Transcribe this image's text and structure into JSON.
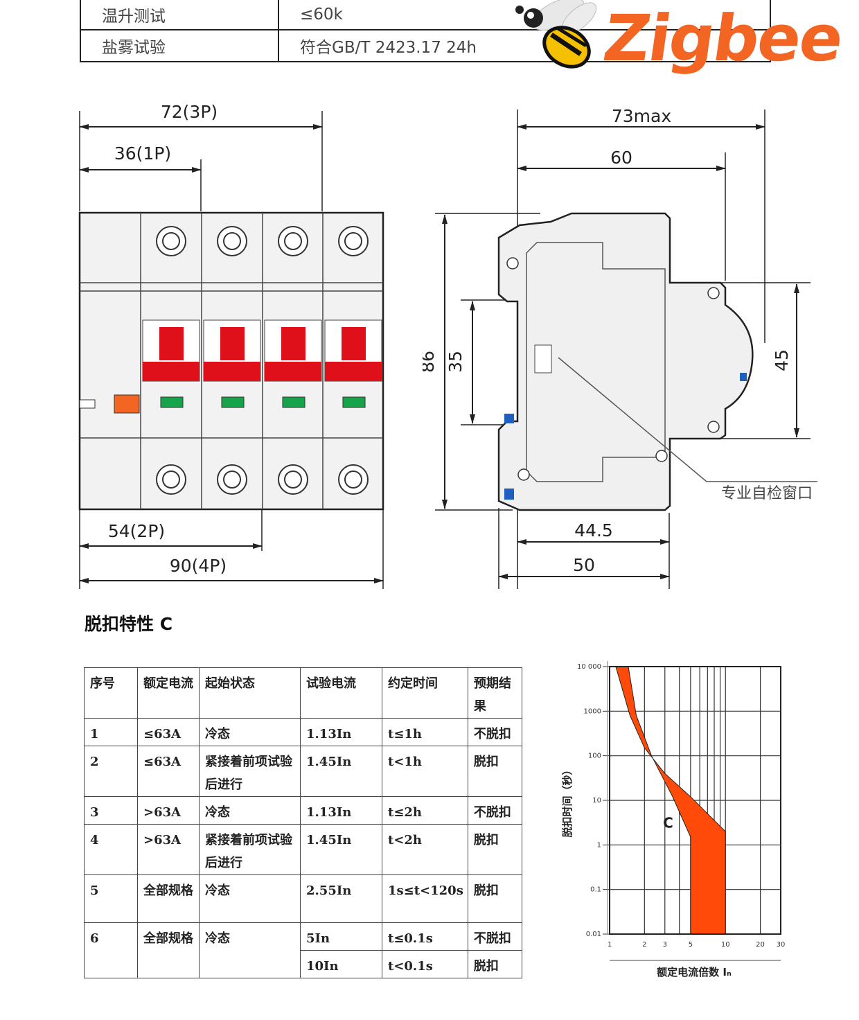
{
  "spec_table": {
    "rows": [
      {
        "key": "温升测试",
        "value": "≤60k"
      },
      {
        "key": "盐雾试验",
        "value": "符合GB/T 2423.17   24h"
      }
    ]
  },
  "logo": {
    "text": "Zigbee",
    "icon": "bee-icon",
    "color": "#f26522"
  },
  "front_view": {
    "dim_3p": "72(3P)",
    "dim_1p": "36(1P)",
    "dim_2p": "54(2P)",
    "dim_4p": "90(4P)"
  },
  "side_view": {
    "dim_73max": "73max",
    "dim_60": "60",
    "dim_86": "86",
    "dim_35": "35",
    "dim_45": "45",
    "dim_44_5": "44.5",
    "dim_50": "50",
    "window_label": "专业自检窗口"
  },
  "trip_section": {
    "title": "脱扣特性 C",
    "headers": [
      "序号",
      "额定电流",
      "起始状态",
      "试验电流",
      "约定时间",
      "预期结果"
    ],
    "rows": [
      {
        "no": "1",
        "rated": "≤63A",
        "state": "冷态",
        "current": "1.13In",
        "time": "t≤1h",
        "result": "不脱扣"
      },
      {
        "no": "2",
        "rated": "≤63A",
        "state": "紧接着前项试验后进行",
        "current": "1.45In",
        "time": "t<1h",
        "result": "脱扣"
      },
      {
        "no": "3",
        "rated": ">63A",
        "state": "冷态",
        "current": "1.13In",
        "time": "t≤2h",
        "result": "不脱扣"
      },
      {
        "no": "4",
        "rated": ">63A",
        "state": "紧接着前项试验后进行",
        "current": "1.45In",
        "time": "t<2h",
        "result": "脱扣"
      },
      {
        "no": "5",
        "rated": "全部规格",
        "state": "冷态",
        "current": "2.55In",
        "time": "1s≤t<120s",
        "result": "脱扣"
      },
      {
        "no": "6",
        "rated": "全部规格",
        "state": "冷态",
        "current": "5In",
        "time": "t≤0.1s",
        "result": "不脱扣"
      },
      {
        "current": "10In",
        "time": "t<0.1s",
        "result": "脱扣"
      }
    ]
  },
  "chart_data": {
    "type": "area",
    "title": "",
    "xlabel": "额定电流倍数 Iₙ",
    "ylabel": "脱扣时间（秒）",
    "x_scale": "log",
    "y_scale": "log",
    "xlim": [
      1,
      30
    ],
    "ylim": [
      0.01,
      10000
    ],
    "x_ticks": [
      "1",
      "2",
      "3",
      "5",
      "10",
      "20",
      "30"
    ],
    "y_ticks": [
      "0.01",
      "0.1",
      "1",
      "10",
      "100",
      "1000",
      "10 000"
    ],
    "grid": true,
    "series": [
      {
        "name": "C",
        "color": "#ff4a0a",
        "upper": [
          [
            1.13,
            10000
          ],
          [
            1.5,
            800
          ],
          [
            2,
            150
          ],
          [
            3,
            40
          ],
          [
            5,
            12
          ],
          [
            10,
            2
          ]
        ],
        "lower": [
          [
            1.45,
            10000
          ],
          [
            1.7,
            800
          ],
          [
            2.3,
            100
          ],
          [
            3.5,
            12
          ],
          [
            5,
            1.5
          ],
          [
            5,
            0.01
          ],
          [
            10,
            0.01
          ]
        ]
      }
    ],
    "label": "C"
  }
}
